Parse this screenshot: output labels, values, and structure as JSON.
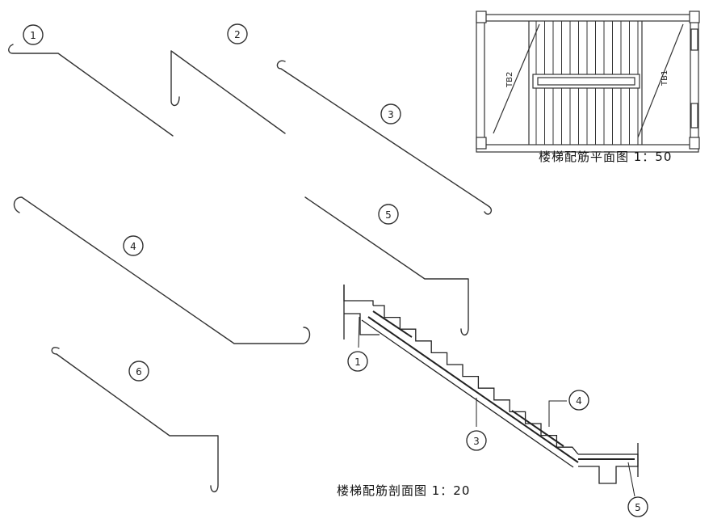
{
  "bar_labels": [
    "1",
    "2",
    "3",
    "4",
    "5",
    "6"
  ],
  "plan": {
    "title": "楼梯配筋平面图 1：50",
    "slab_labels": [
      "TB2",
      "TB1"
    ]
  },
  "section": {
    "title": "楼梯配筋剖面图 1：20",
    "callouts": [
      "1",
      "3",
      "4",
      "5"
    ]
  },
  "colors": {
    "line": "#222222",
    "bg": "#ffffff"
  }
}
